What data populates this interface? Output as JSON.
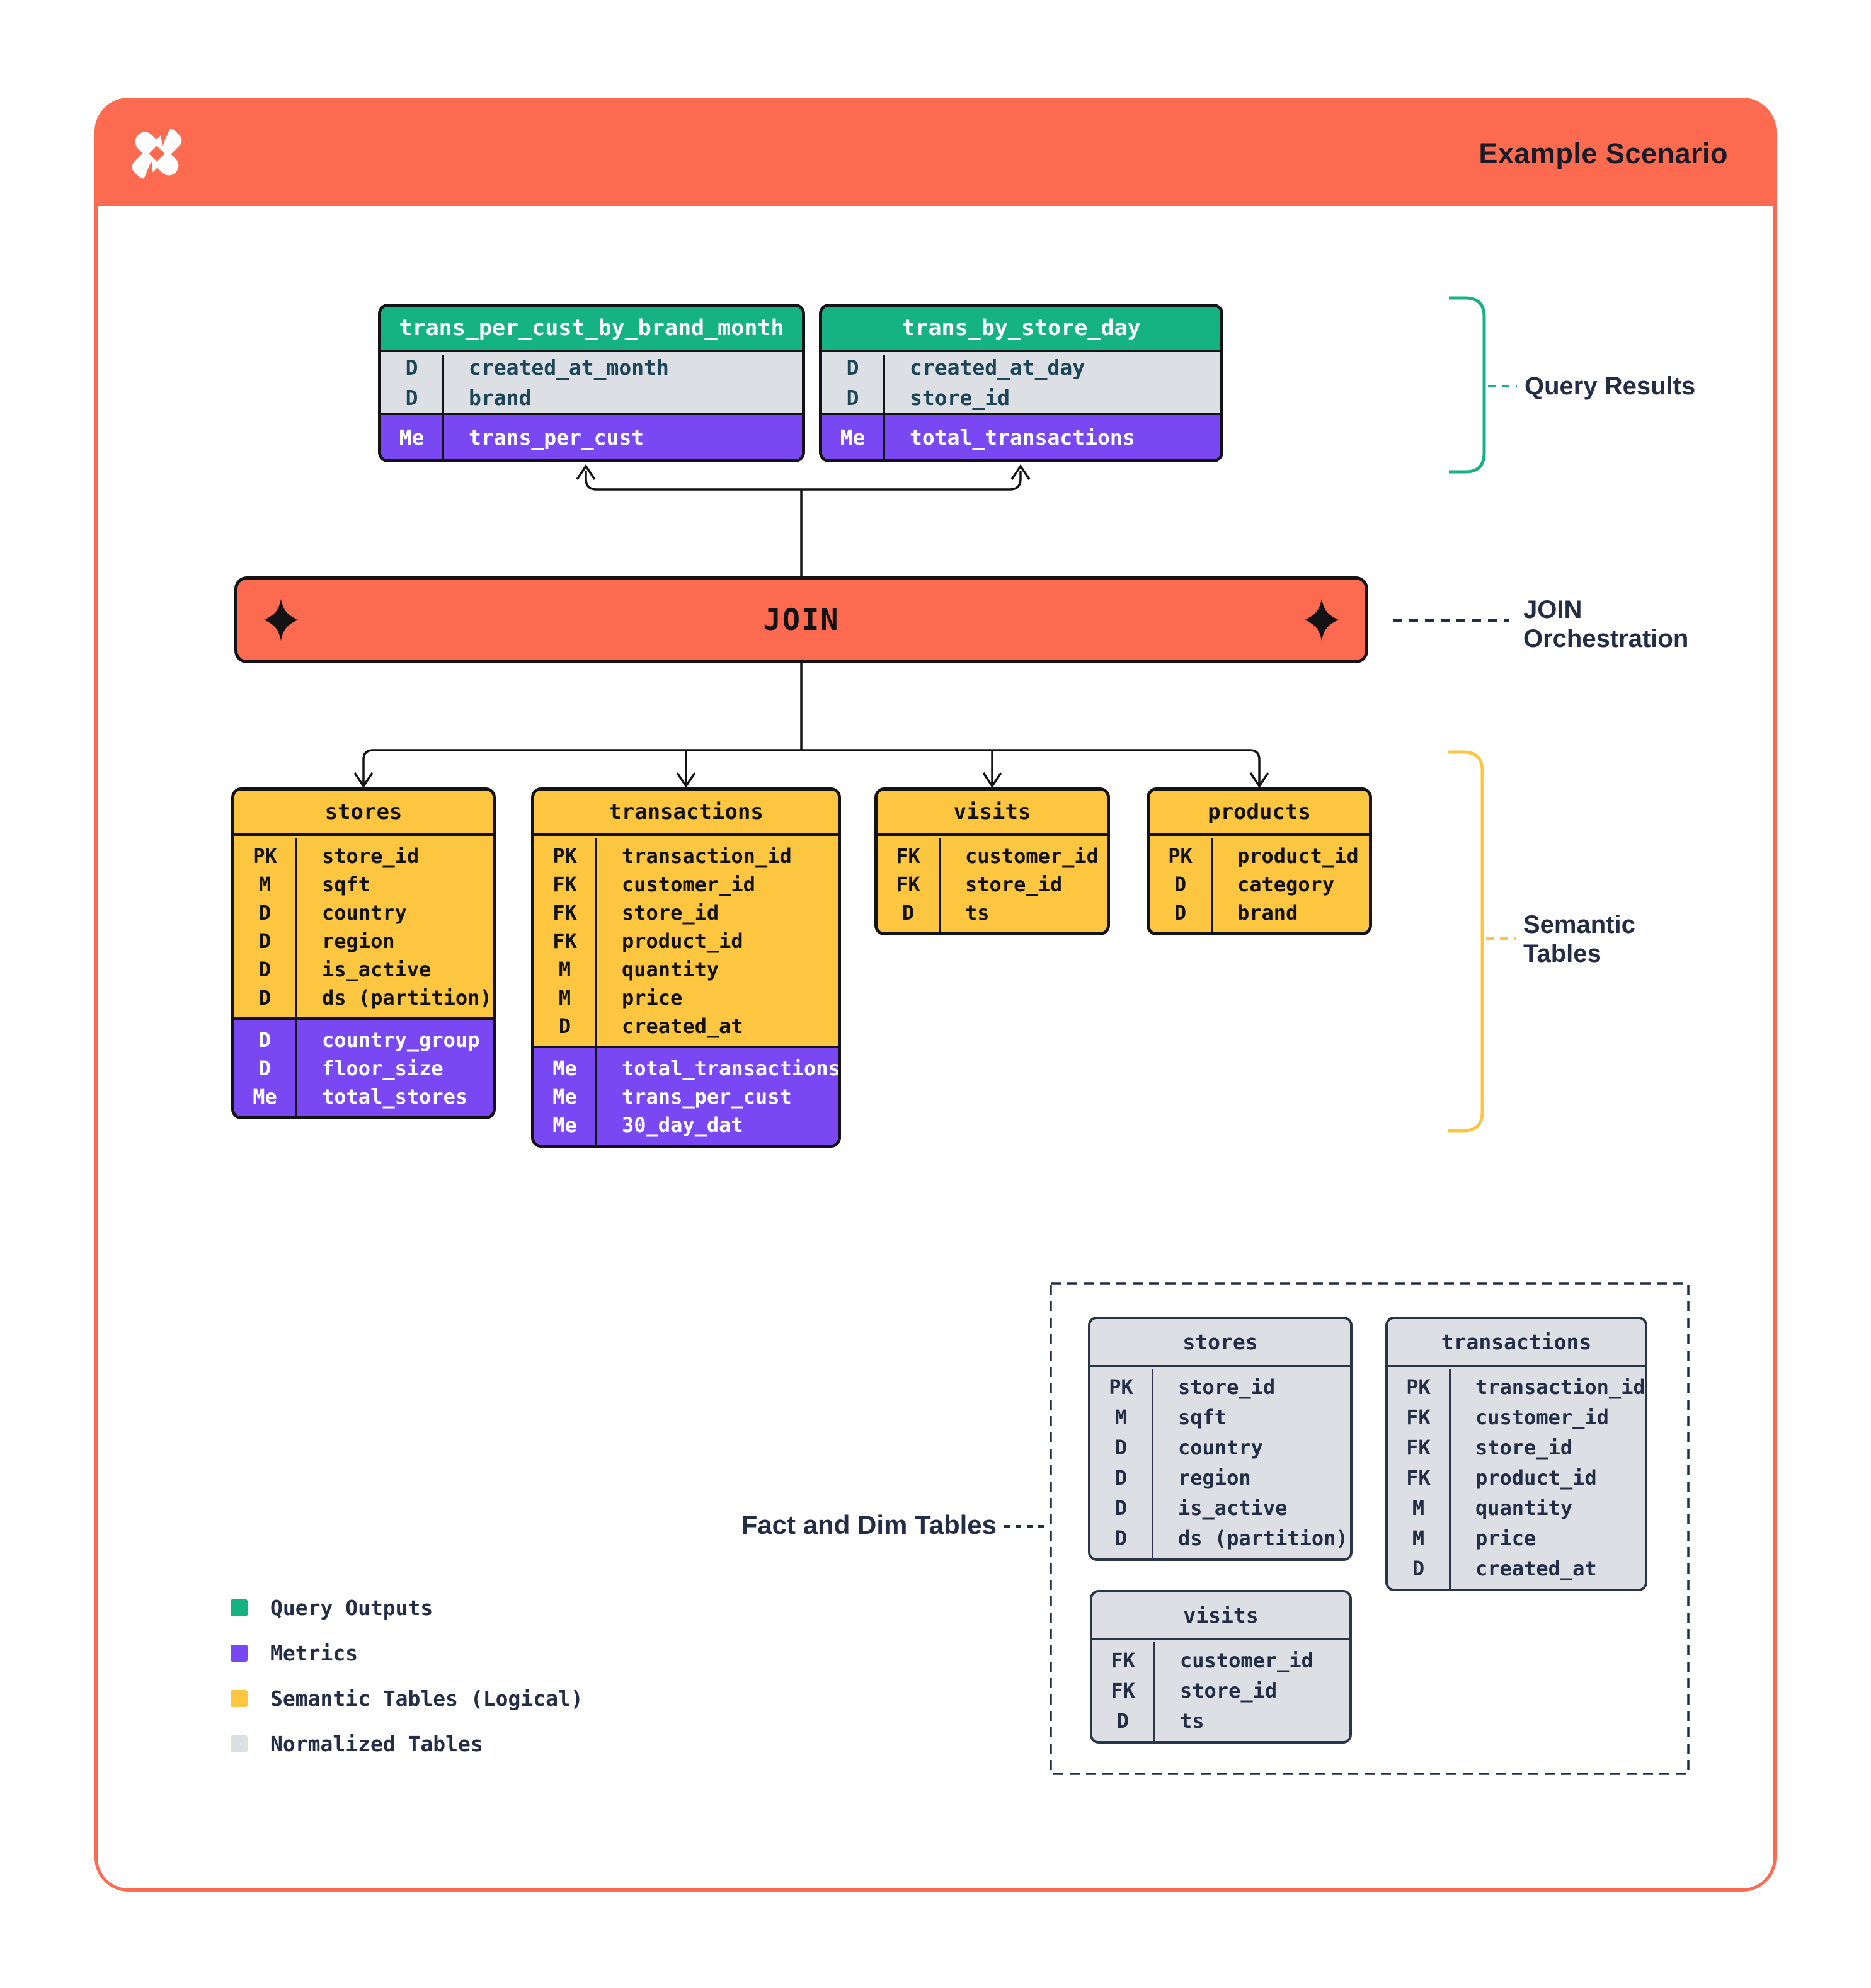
{
  "header": {
    "title": "Example Scenario"
  },
  "icons": {
    "logo": "pinwheel-x-logo",
    "join_ends": "four-point-sparkle-icon"
  },
  "join": {
    "label": "JOIN"
  },
  "annotations": {
    "query_results": "Query Results",
    "join_orchestration": [
      "JOIN",
      "Orchestration"
    ],
    "semantic_tables": [
      "Semantic",
      "Tables"
    ],
    "fact_dim_tables": "Fact and Dim Tables"
  },
  "query_result_tables": [
    {
      "name": "trans_per_cust_by_brand_month",
      "base": [
        {
          "k": "D",
          "v": "created_at_month"
        },
        {
          "k": "D",
          "v": "brand"
        }
      ],
      "metrics": [
        {
          "k": "Me",
          "v": "trans_per_cust"
        }
      ]
    },
    {
      "name": "trans_by_store_day",
      "base": [
        {
          "k": "D",
          "v": "created_at_day"
        },
        {
          "k": "D",
          "v": "store_id"
        }
      ],
      "metrics": [
        {
          "k": "Me",
          "v": "total_transactions"
        }
      ]
    }
  ],
  "semantic_tables": [
    {
      "name": "stores",
      "base": [
        {
          "k": "PK",
          "v": "store_id"
        },
        {
          "k": "M",
          "v": "sqft"
        },
        {
          "k": "D",
          "v": "country"
        },
        {
          "k": "D",
          "v": "region"
        },
        {
          "k": "D",
          "v": "is_active"
        },
        {
          "k": "D",
          "v": "ds (partition)"
        }
      ],
      "metrics": [
        {
          "k": "D",
          "v": "country_group"
        },
        {
          "k": "D",
          "v": "floor_size"
        },
        {
          "k": "Me",
          "v": "total_stores"
        }
      ]
    },
    {
      "name": "transactions",
      "base": [
        {
          "k": "PK",
          "v": "transaction_id"
        },
        {
          "k": "FK",
          "v": "customer_id"
        },
        {
          "k": "FK",
          "v": "store_id"
        },
        {
          "k": "FK",
          "v": "product_id"
        },
        {
          "k": "M",
          "v": "quantity"
        },
        {
          "k": "M",
          "v": "price"
        },
        {
          "k": "D",
          "v": "created_at"
        }
      ],
      "metrics": [
        {
          "k": "Me",
          "v": "total_transactions"
        },
        {
          "k": "Me",
          "v": "trans_per_cust"
        },
        {
          "k": "Me",
          "v": "30_day_dat"
        }
      ]
    },
    {
      "name": "visits",
      "base": [
        {
          "k": "FK",
          "v": "customer_id"
        },
        {
          "k": "FK",
          "v": "store_id"
        },
        {
          "k": "D",
          "v": "ts"
        }
      ],
      "metrics": []
    },
    {
      "name": "products",
      "base": [
        {
          "k": "PK",
          "v": "product_id"
        },
        {
          "k": "D",
          "v": "category"
        },
        {
          "k": "D",
          "v": "brand"
        }
      ],
      "metrics": []
    }
  ],
  "normalized_tables": [
    {
      "name": "stores",
      "base": [
        {
          "k": "PK",
          "v": "store_id"
        },
        {
          "k": "M",
          "v": "sqft"
        },
        {
          "k": "D",
          "v": "country"
        },
        {
          "k": "D",
          "v": "region"
        },
        {
          "k": "D",
          "v": "is_active"
        },
        {
          "k": "D",
          "v": "ds (partition)"
        }
      ],
      "metrics": []
    },
    {
      "name": "transactions",
      "base": [
        {
          "k": "PK",
          "v": "transaction_id"
        },
        {
          "k": "FK",
          "v": "customer_id"
        },
        {
          "k": "FK",
          "v": "store_id"
        },
        {
          "k": "FK",
          "v": "product_id"
        },
        {
          "k": "M",
          "v": "quantity"
        },
        {
          "k": "M",
          "v": "price"
        },
        {
          "k": "D",
          "v": "created_at"
        }
      ],
      "metrics": []
    },
    {
      "name": "visits",
      "base": [
        {
          "k": "FK",
          "v": "customer_id"
        },
        {
          "k": "FK",
          "v": "store_id"
        },
        {
          "k": "D",
          "v": "ts"
        }
      ],
      "metrics": []
    }
  ],
  "legend": [
    {
      "color": "#14B381",
      "label": "Query Outputs"
    },
    {
      "color": "#7A48F3",
      "label": "Metrics"
    },
    {
      "color": "#FCC640",
      "label": "Semantic Tables (Logical)"
    },
    {
      "color": "#DCE0E5",
      "label": "Normalized Tables"
    }
  ],
  "colors": {
    "accent_orange": "#FC6A50",
    "query_output_green": "#14B381",
    "metric_purple": "#7A48F3",
    "semantic_yellow": "#FCC640",
    "normalized_grey": "#DCE0E5",
    "annotation_navy": "#232D46",
    "ink": "#131316"
  }
}
